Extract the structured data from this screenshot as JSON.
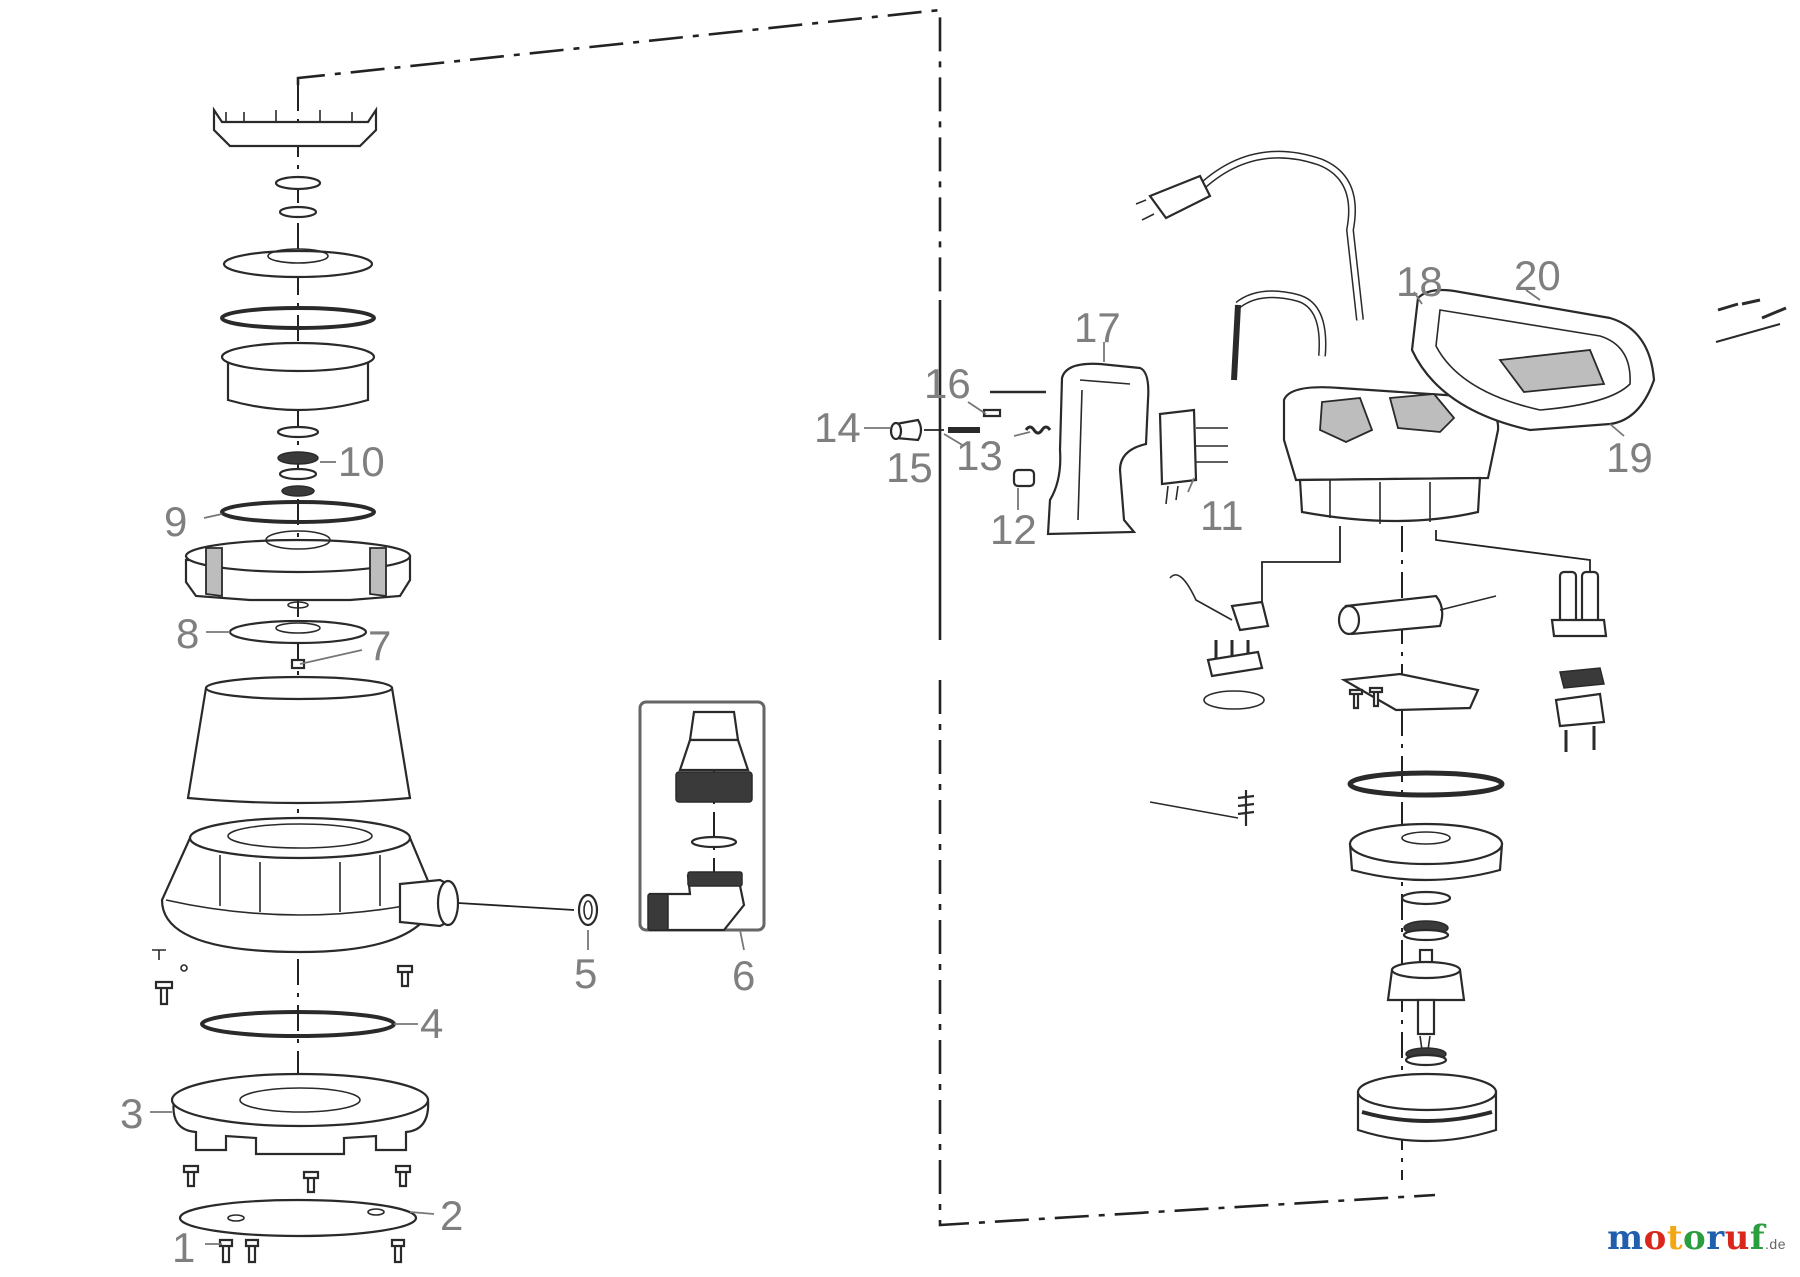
{
  "callouts": {
    "p1": "1",
    "p2": "2",
    "p3": "3",
    "p4": "4",
    "p5": "5",
    "p6": "6",
    "p7": "7",
    "p8": "8",
    "p9": "9",
    "p10": "10",
    "p11": "11",
    "p12": "12",
    "p13": "13",
    "p14": "14",
    "p15": "15",
    "p16": "16",
    "p17": "17",
    "p18": "18",
    "p19": "19",
    "p20": "20"
  },
  "watermark": {
    "letters": [
      "m",
      "o",
      "t",
      "o",
      "r",
      "u",
      "f"
    ],
    "colors": [
      "#1f5fae",
      "#d9271c",
      "#f3a712",
      "#2a9d3f",
      "#1f5fae",
      "#d9271c",
      "#2a9d3f"
    ],
    "suffix": ".de"
  }
}
